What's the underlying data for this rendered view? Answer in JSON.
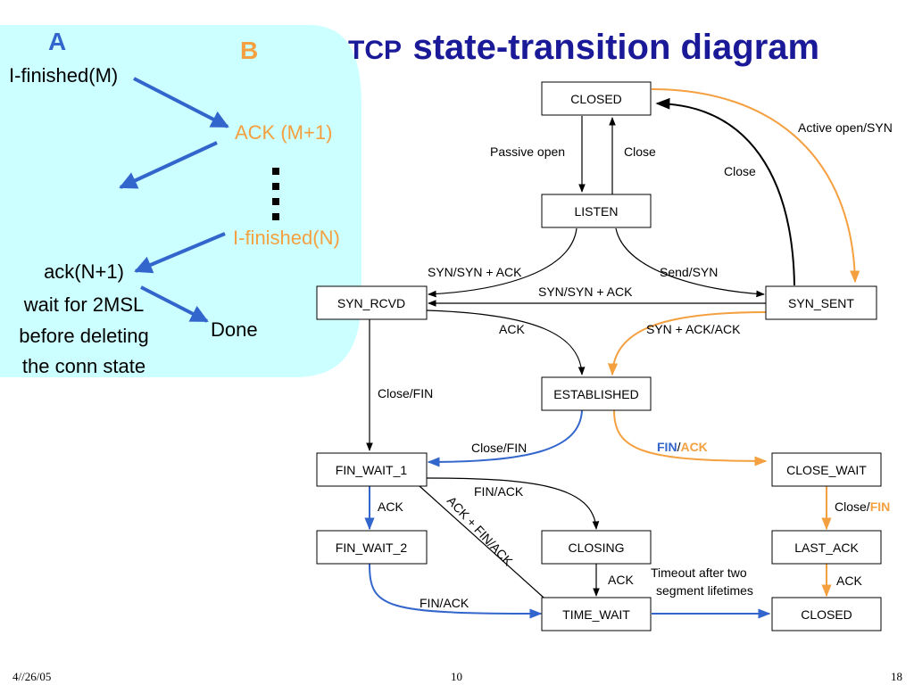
{
  "title": {
    "prefix": "TCP",
    "main": "state-transition diagram"
  },
  "colors": {
    "bubble": "#ccffff",
    "blue": "#3366cc",
    "orange": "#f4a040",
    "dark_blue": "#1a1a99",
    "black": "#000000"
  },
  "side_panel": {
    "label_a": "A",
    "label_b": "B",
    "finished_m": "I-finished(M)",
    "ack_m1": "ACK (M+1)",
    "ellipsis": "⋮",
    "finished_n": "I-finished(N)",
    "ack_n1_lines": [
      "ack(N+1)",
      "wait for 2MSL",
      "before deleting",
      "the conn state"
    ],
    "done": "Done"
  },
  "states": {
    "closed_top": "CLOSED",
    "listen": "LISTEN",
    "syn_rcvd": "SYN_RCVD",
    "syn_sent": "SYN_SENT",
    "established": "ESTABLISHED",
    "fin_wait_1": "FIN_WAIT_1",
    "close_wait": "CLOSE_WAIT",
    "fin_wait_2": "FIN_WAIT_2",
    "closing": "CLOSING",
    "last_ack": "LAST_ACK",
    "time_wait": "TIME_WAIT",
    "closed_bottom": "CLOSED"
  },
  "transitions": {
    "passive_open": "Passive open",
    "close_listen": "Close",
    "close_synsent": "Close",
    "active_open": "Active open/SYN",
    "syn_synack_left": "SYN/SYN + ACK",
    "send_syn": "Send/SYN",
    "syn_synack_mid": "SYN/SYN + ACK",
    "ack_rcvd": "ACK",
    "synack_ack": "SYN + ACK/ACK",
    "close_fin_left": "Close/FIN",
    "close_fin_est": "Close/FIN",
    "fin_part": "FIN",
    "slash": "/",
    "ack_part": "ACK",
    "fin_ack_closing": "FIN/ACK",
    "ack_fw1": "ACK",
    "ack_fin_ack": "ACK + FIN/ACK",
    "close_part": "Close/",
    "fin_close_wait": "FIN",
    "ack_closing": "ACK",
    "timeout_lines": [
      "Timeout after two",
      "segment lifetimes"
    ],
    "ack_last": "ACK",
    "fin_ack_fw2": "FIN/ACK"
  },
  "footer": {
    "date": "4//26/05",
    "center": "10",
    "page": "18"
  }
}
